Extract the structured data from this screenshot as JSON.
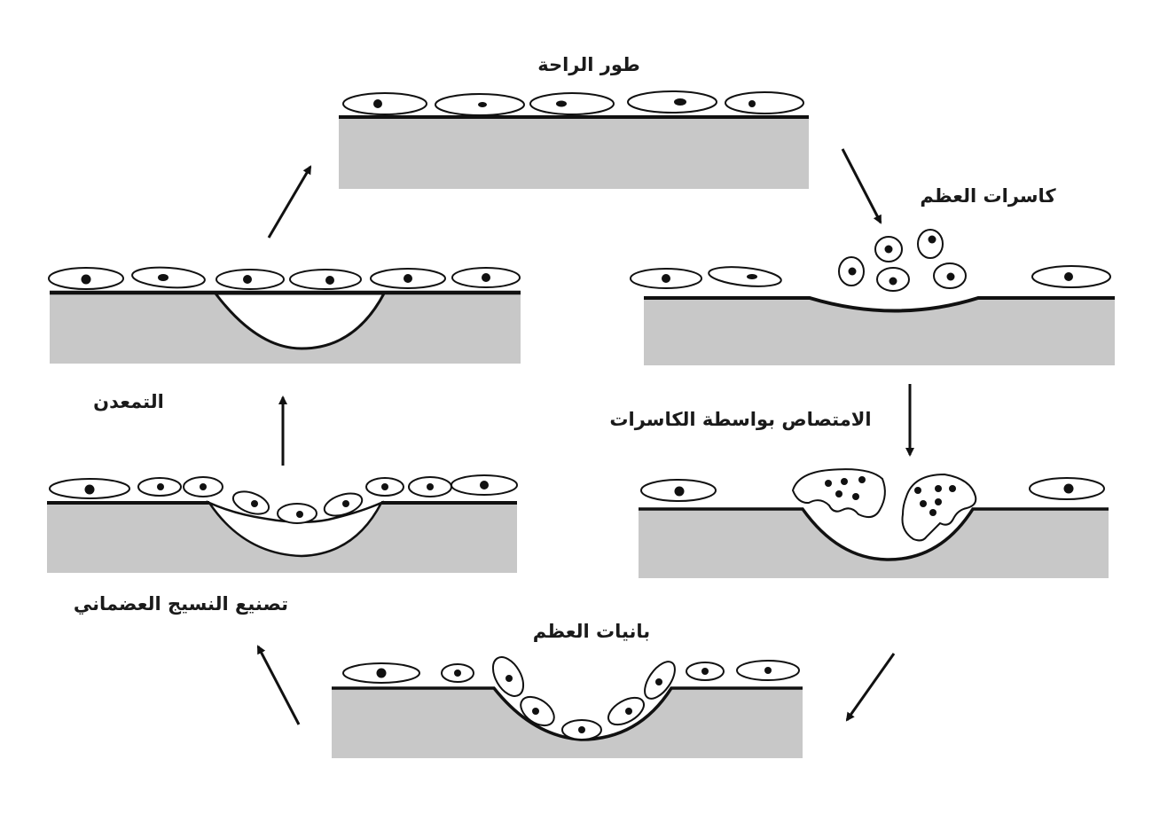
{
  "labels": {
    "resting_phase": "طور الراحة",
    "osteoclasts": "كاسرات العظم",
    "resorption": "الامتصاص بواسطة الكاسرات",
    "osteoblasts": "بانيات العظم",
    "osteoid_synthesis": "تصنيع النسيج العضماني",
    "mineralization": "التمعدن"
  }
}
